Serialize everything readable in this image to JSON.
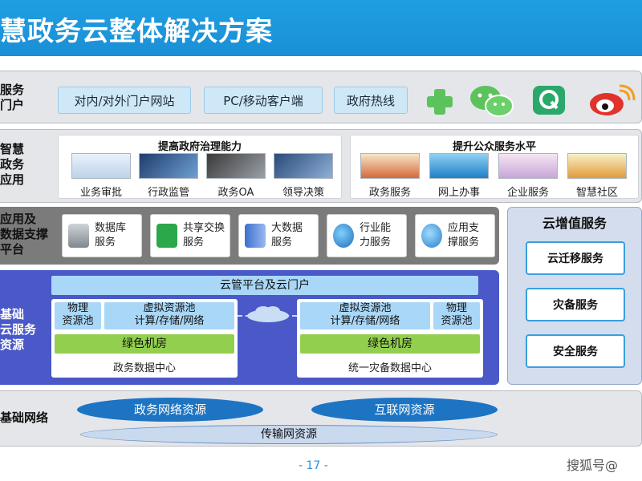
{
  "title": "慧政务云整体解决方案",
  "rows": {
    "portal": {
      "label": "服务\n门户",
      "buttons": [
        "对内/对外门户网站",
        "PC/移动客户端",
        "政府热线"
      ],
      "icons": [
        "plus-icon",
        "wechat-icon",
        "q-app-icon",
        "weibo-icon"
      ]
    },
    "apps": {
      "label": "智慧\n政务\n应用",
      "left_panel": {
        "heading": "提高政府治理能力",
        "items": [
          "业务审批",
          "行政监管",
          "政务OA",
          "领导决策"
        ]
      },
      "right_panel": {
        "heading": "提升公众服务水平",
        "items": [
          "政务服务",
          "网上办事",
          "企业服务",
          "智慧社区"
        ]
      }
    },
    "support": {
      "label": "应用及\n数据支撑\n平台",
      "services": [
        "数据库\n服务",
        "共享交换\n服务",
        "大数据\n服务",
        "行业能\n力服务",
        "应用支\n撑服务"
      ]
    },
    "infra": {
      "label": "基础\n云服务\n资源",
      "cloud_portal": "云管平台及云门户",
      "left_dc": {
        "physical": "物理\n资源池",
        "virtual": "虚拟资源池\n计算/存储/网络",
        "green": "绿色机房",
        "footer": "政务数据中心"
      },
      "right_dc": {
        "physical": "物理\n资源池",
        "virtual": "虚拟资源池\n计算/存储/网络",
        "green": "绿色机房",
        "footer": "统一灾备数据中心"
      }
    },
    "network": {
      "label": "基础网络",
      "clouds": [
        "政务网络资源",
        "互联网资源"
      ],
      "transport": "传输网资源"
    }
  },
  "value_added": {
    "heading": "云增值服务",
    "items": [
      "云迁移服务",
      "灾备服务",
      "安全服务"
    ]
  },
  "page_number": "- 17 -",
  "watermark": "搜狐号@",
  "colors": {
    "title_bar": "#1a8fd6",
    "support_bg": "#7b7b7b",
    "infra_bg": "#4a58c8",
    "green_room": "#92cf4e",
    "light_blue": "#a9d7f7"
  }
}
